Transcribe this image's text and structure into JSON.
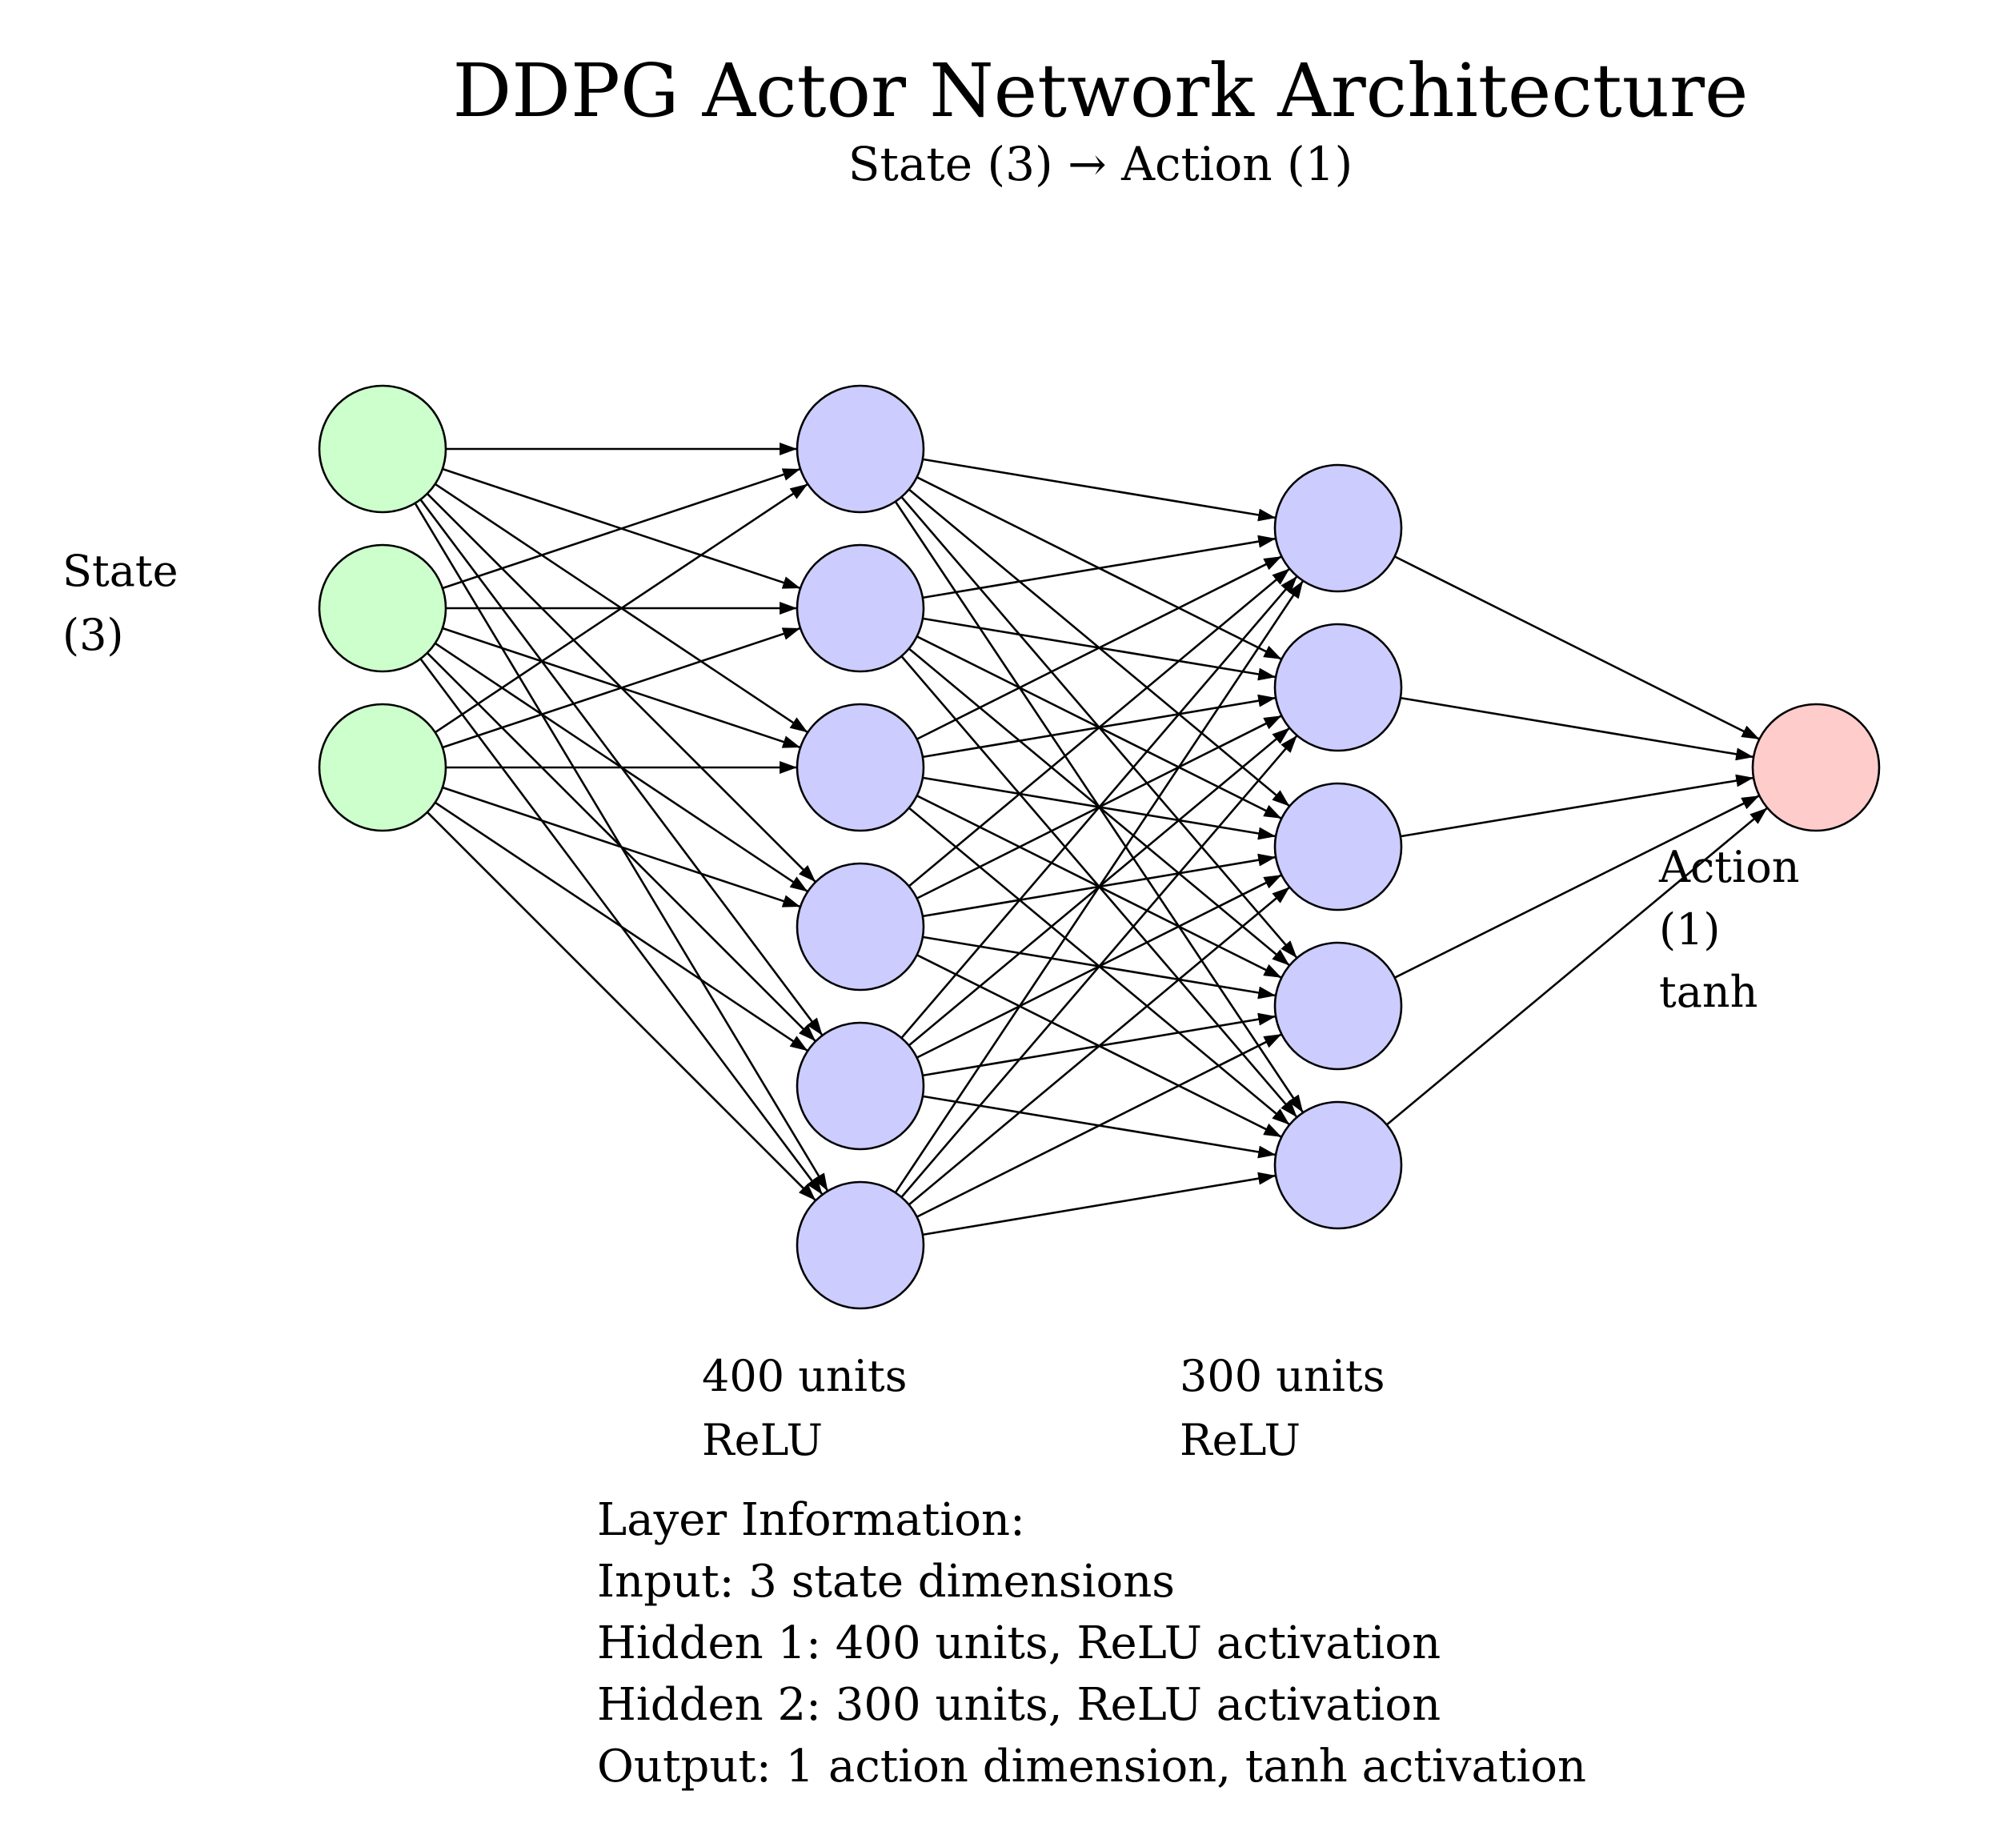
{
  "title": "DDPG Actor Network Architecture",
  "subtitle": "State (3) → Action (1)",
  "colors": {
    "input_node": "#ccffcc",
    "hidden_node": "#ccccff",
    "output_node": "#ffcccc",
    "stroke": "#000000"
  },
  "layers": [
    {
      "id": "input",
      "display_nodes": 3,
      "label_lines": [
        "State",
        "(3)"
      ]
    },
    {
      "id": "hidden1",
      "display_nodes": 6,
      "label_lines": [
        "400 units",
        "ReLU"
      ]
    },
    {
      "id": "hidden2",
      "display_nodes": 5,
      "label_lines": [
        "300 units",
        "ReLU"
      ]
    },
    {
      "id": "output",
      "display_nodes": 1,
      "label_lines": [
        "Action",
        "(1)",
        "tanh"
      ]
    }
  ],
  "info": {
    "heading": "Layer Information:",
    "lines": [
      "Input: 3 state dimensions",
      "Hidden 1: 400 units, ReLU activation",
      "Hidden 2: 300 units, ReLU activation",
      "Output: 1 action dimension, tanh activation"
    ]
  }
}
